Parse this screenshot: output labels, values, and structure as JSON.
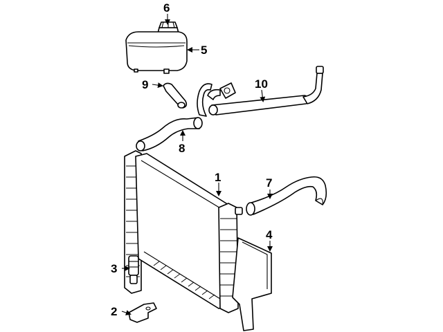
{
  "diagram": {
    "callouts": [
      {
        "id": "c1",
        "label": "1"
      },
      {
        "id": "c2",
        "label": "2"
      },
      {
        "id": "c3",
        "label": "3"
      },
      {
        "id": "c4",
        "label": "4"
      },
      {
        "id": "c5",
        "label": "5"
      },
      {
        "id": "c6",
        "label": "6"
      },
      {
        "id": "c7",
        "label": "7"
      },
      {
        "id": "c8",
        "label": "8"
      },
      {
        "id": "c9",
        "label": "9"
      },
      {
        "id": "c10",
        "label": "10"
      }
    ],
    "colors": {
      "line": "#000000",
      "background": "#ffffff"
    }
  }
}
